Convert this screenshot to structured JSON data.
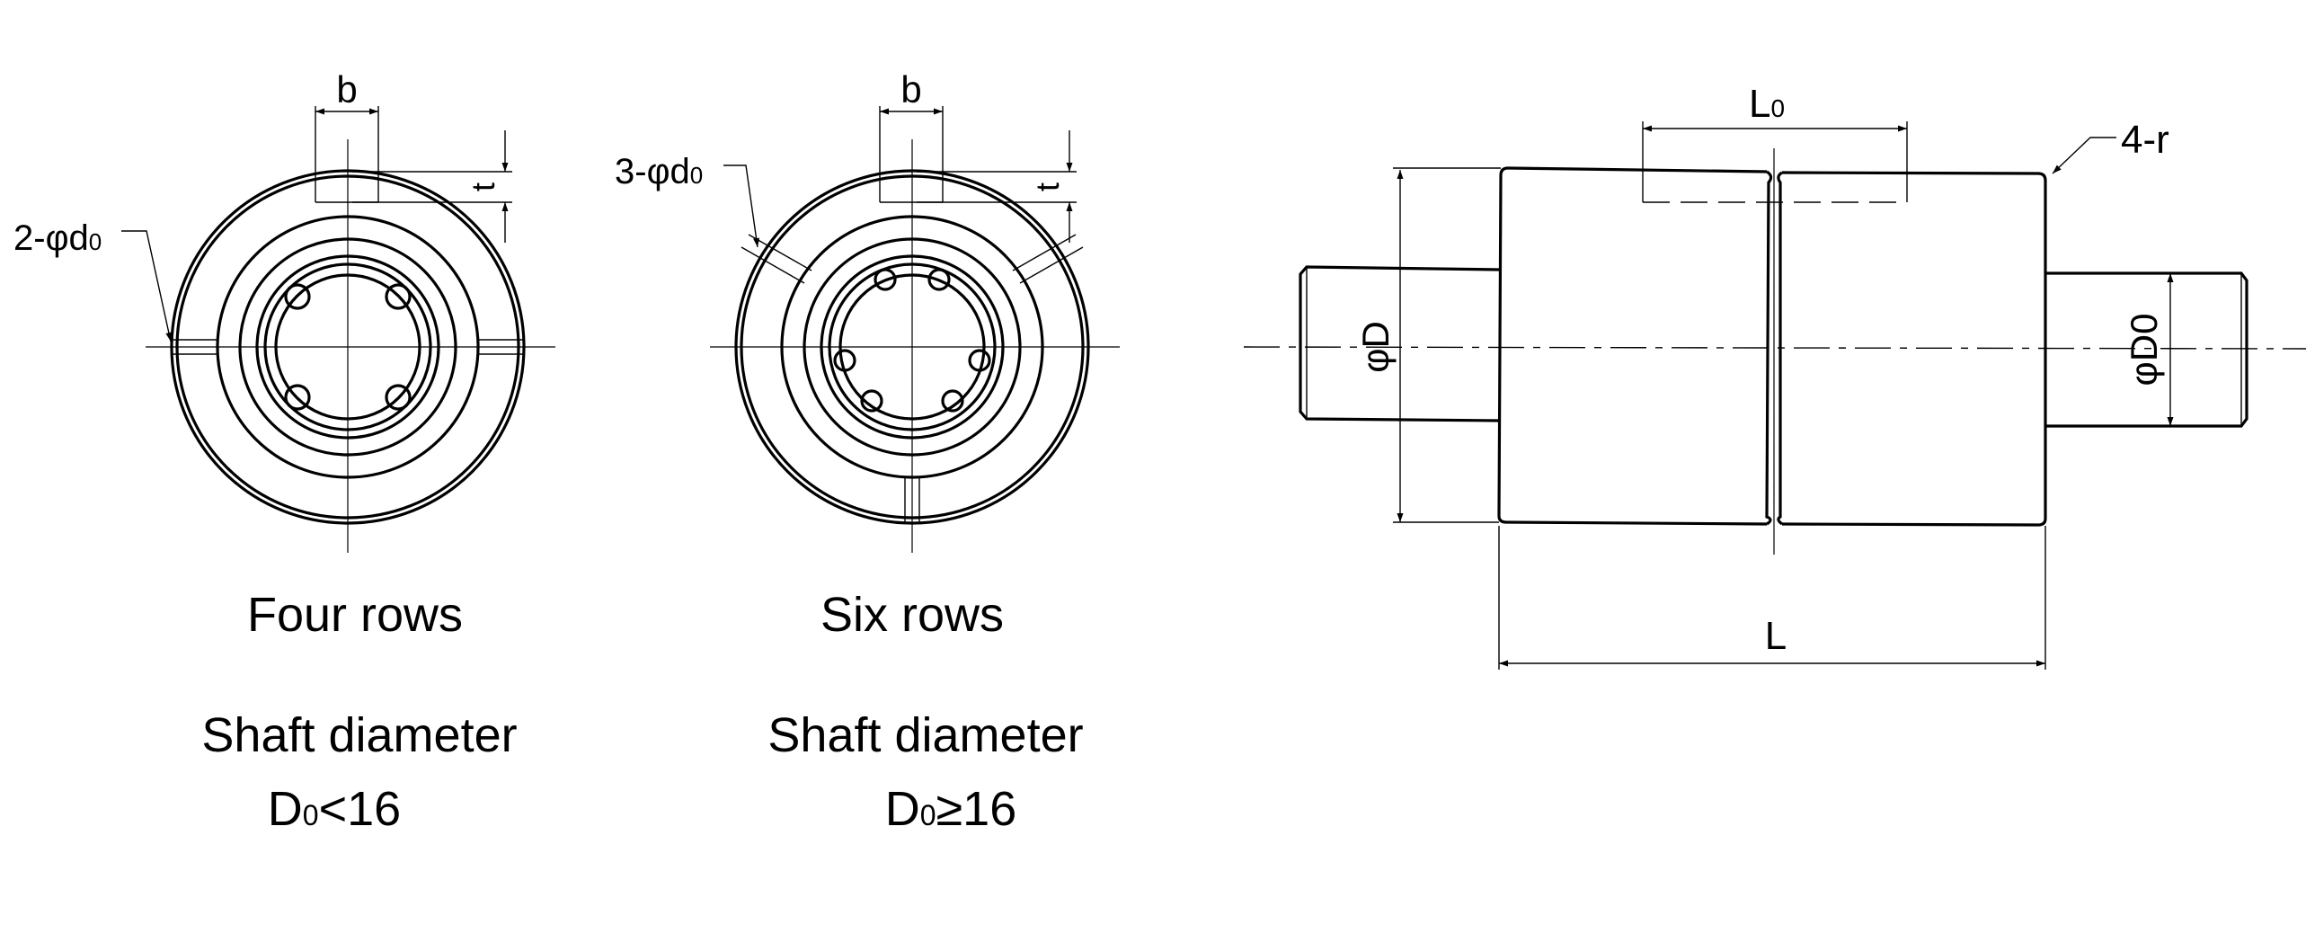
{
  "four_rows": {
    "dim_b": "b",
    "dim_t": "t",
    "hole_label_main": "2-φd",
    "hole_label_sub": "0",
    "title": "Four rows",
    "shaft_label": "Shaft diameter",
    "cond_main": "D",
    "cond_sub": "0",
    "cond_rel": "<16"
  },
  "six_rows": {
    "dim_b": "b",
    "dim_t": "t",
    "hole_label_main": "3-φd",
    "hole_label_sub": "0",
    "title": "Six rows",
    "shaft_label": "Shaft diameter",
    "cond_main": "D",
    "cond_sub": "0",
    "cond_rel": "≥16"
  },
  "side_view": {
    "dim_L0_main": "L",
    "dim_L0_sub": "0",
    "dim_r": "4-r",
    "dim_D": "φD",
    "dim_D0_main": "φD",
    "dim_D0_sub": "0",
    "dim_L": "L"
  }
}
